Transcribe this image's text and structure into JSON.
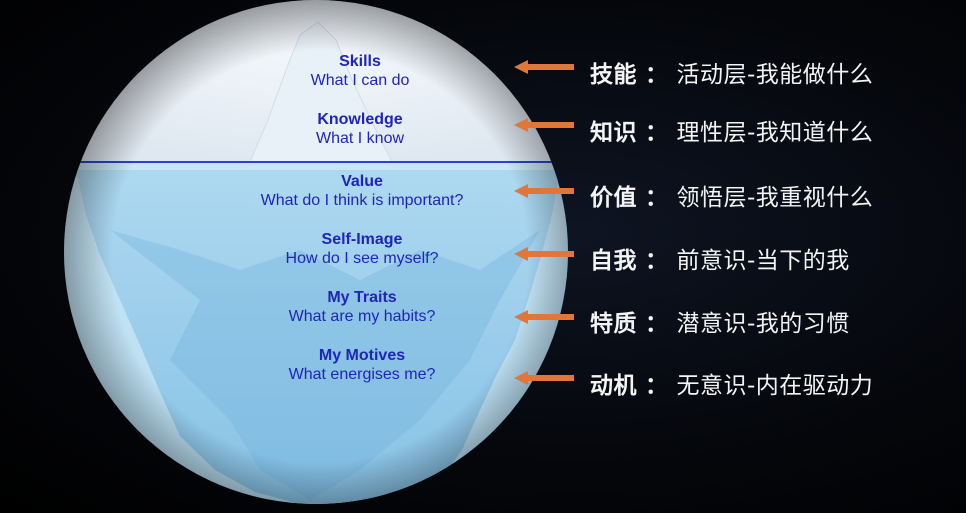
{
  "diagram": {
    "layers": [
      {
        "title": "Skills",
        "subtitle": "What I can do",
        "label_key": "技能",
        "label_desc": "活动层-我能做什么"
      },
      {
        "title": "Knowledge",
        "subtitle": "What I know",
        "label_key": "知识",
        "label_desc": "理性层-我知道什么"
      },
      {
        "title": "Value",
        "subtitle": "What do I think is important?",
        "label_key": "价值",
        "label_desc": "领悟层-我重视什么"
      },
      {
        "title": "Self-Image",
        "subtitle": "How do I see myself?",
        "label_key": "自我",
        "label_desc": "前意识-当下的我"
      },
      {
        "title": "My Traits",
        "subtitle": "What are my habits?",
        "label_key": "特质",
        "label_desc": "潜意识-我的习惯"
      },
      {
        "title": "My Motives",
        "subtitle": "What energises me?",
        "label_key": "动机",
        "label_desc": "无意识-内在驱动力"
      }
    ],
    "separator": "：",
    "colors": {
      "text_blue": "#1f25b8",
      "arrow_orange": "#e0763a",
      "water": "#bfe1f4",
      "ice": "#8fc9ea",
      "waterline": "#2b3fd0"
    }
  }
}
